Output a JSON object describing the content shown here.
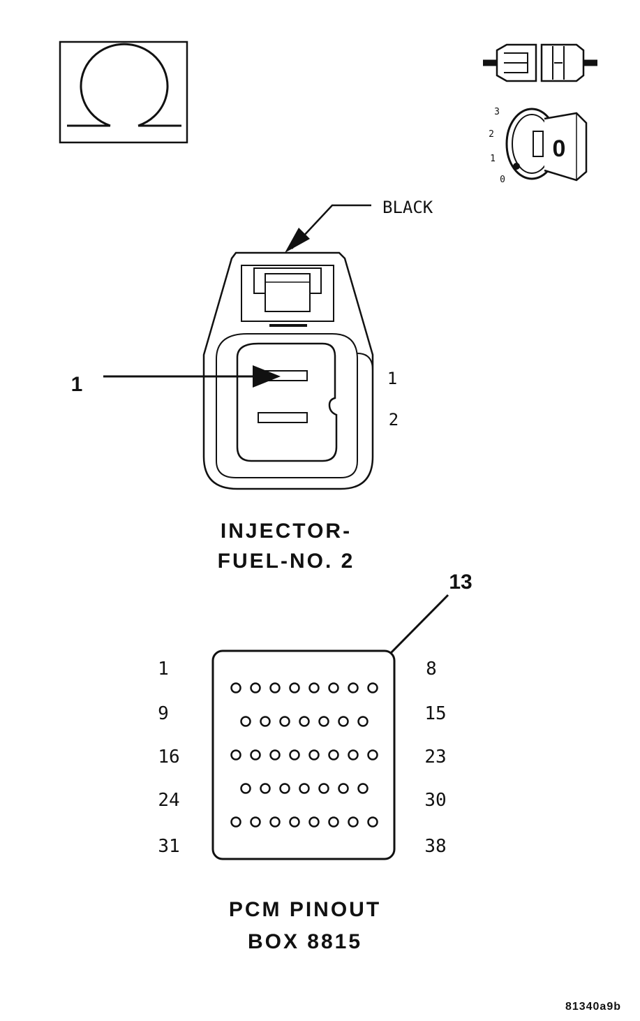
{
  "connector": {
    "wire_color": "BLACK",
    "callout_pin": "1",
    "pin_labels": [
      "1",
      "2"
    ],
    "title_line1": "INJECTOR-",
    "title_line2": "FUEL-NO. 2"
  },
  "ignition": {
    "positions": [
      "3",
      "2",
      "1",
      "0"
    ],
    "key_glyph": "0"
  },
  "pcm": {
    "callout_pin": "13",
    "left_labels": [
      "1",
      "9",
      "16",
      "24",
      "31"
    ],
    "right_labels": [
      "8",
      "15",
      "23",
      "30",
      "38"
    ],
    "rows": [
      8,
      7,
      8,
      7,
      8
    ],
    "title_line1": "PCM PINOUT",
    "title_line2": "BOX 8815"
  },
  "figure_id": "81340a9b"
}
